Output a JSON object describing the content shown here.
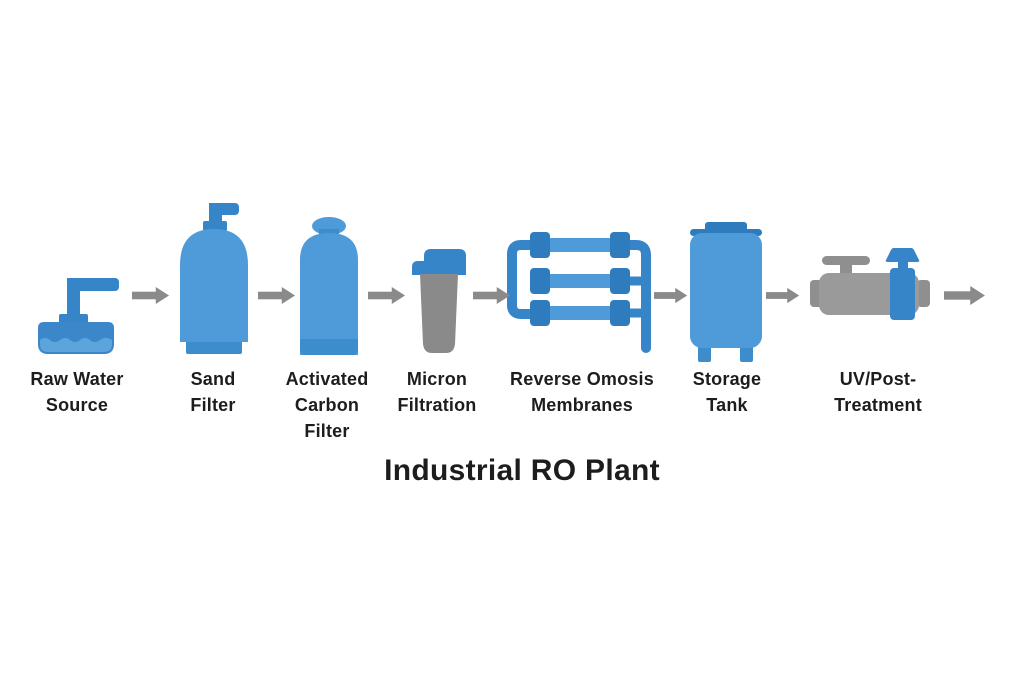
{
  "title": "Industrial RO Plant",
  "colors": {
    "main_blue": "#4F9BD9",
    "dark_blue": "#2E7CBD",
    "pipe_blue": "#3585C8",
    "mid_blue": "#3D8CCB",
    "basin_blue": "#3B87C9",
    "water_blue": "#5BA4DC",
    "arrow_gray": "#8A8A8A",
    "uv_gray": "#9A9A9A",
    "uv_dark_gray": "#8F8F8F",
    "text": "#1D1D1D",
    "background": "#FFFFFF"
  },
  "stages": [
    {
      "name": "raw-water-source",
      "label": "Raw Water\nSource",
      "icon": "faucet-basin-icon"
    },
    {
      "name": "sand-filter",
      "label": "Sand\nFilter",
      "icon": "pressure-tank-icon"
    },
    {
      "name": "activated-carbon-filter",
      "label": "Activated\nCarbon\nFilter",
      "icon": "carbon-tank-icon"
    },
    {
      "name": "micron-filtration",
      "label": "Micron\nFiltration",
      "icon": "cartridge-filter-icon"
    },
    {
      "name": "reverse-osmosis-membranes",
      "label": "Reverse Omosis\nMembranes",
      "icon": "membrane-rack-icon"
    },
    {
      "name": "storage-tank",
      "label": "Storage\nTank",
      "icon": "storage-tank-icon"
    },
    {
      "name": "uv-post-treatment",
      "label": "UV/Post-\nTreatment",
      "icon": "uv-unit-icon"
    }
  ],
  "arrow_count": 7
}
